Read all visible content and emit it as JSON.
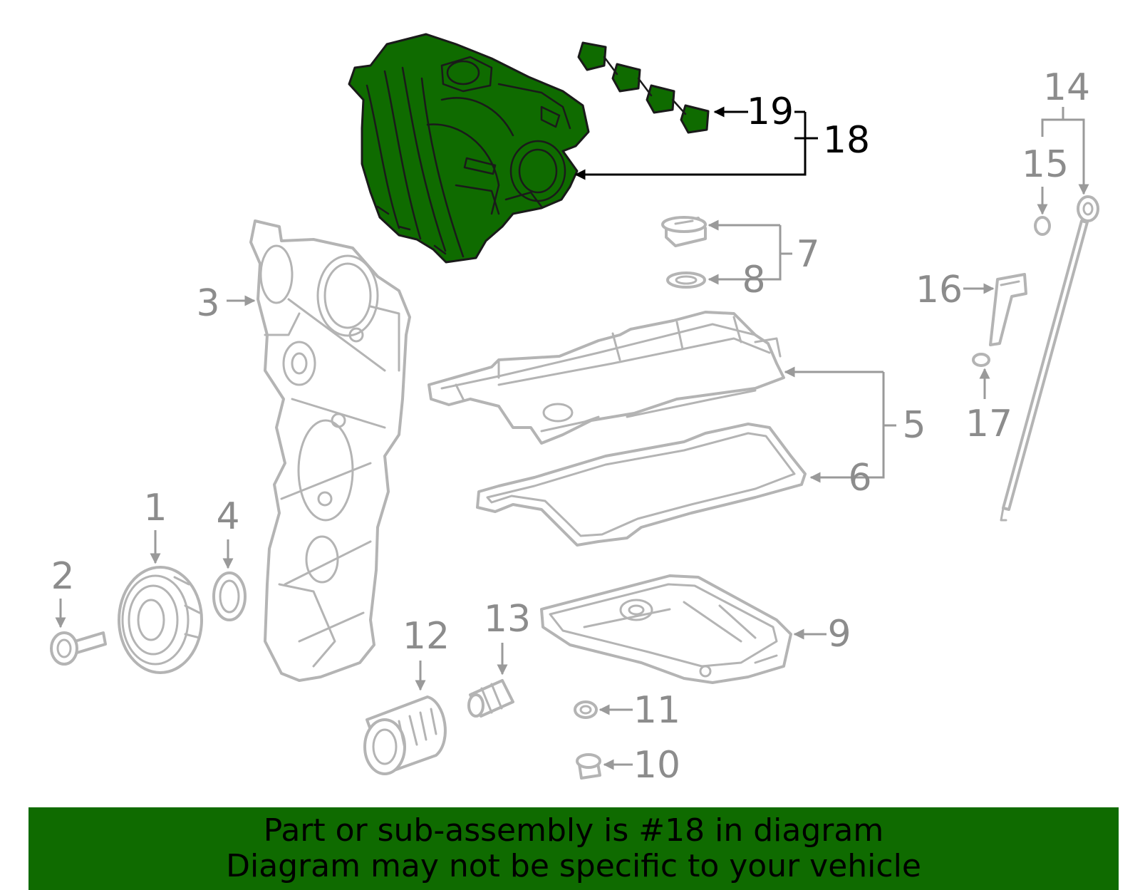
{
  "diagram": {
    "callouts": [
      {
        "id": "1",
        "text": "1"
      },
      {
        "id": "2",
        "text": "2"
      },
      {
        "id": "3",
        "text": "3"
      },
      {
        "id": "4",
        "text": "4"
      },
      {
        "id": "5",
        "text": "5"
      },
      {
        "id": "6",
        "text": "6"
      },
      {
        "id": "7",
        "text": "7"
      },
      {
        "id": "8",
        "text": "8"
      },
      {
        "id": "9",
        "text": "9"
      },
      {
        "id": "10",
        "text": "10"
      },
      {
        "id": "11",
        "text": "11"
      },
      {
        "id": "12",
        "text": "12"
      },
      {
        "id": "13",
        "text": "13"
      },
      {
        "id": "14",
        "text": "14"
      },
      {
        "id": "15",
        "text": "15"
      },
      {
        "id": "16",
        "text": "16"
      },
      {
        "id": "17",
        "text": "17"
      },
      {
        "id": "18",
        "text": "18"
      },
      {
        "id": "19",
        "text": "19"
      }
    ],
    "highlighted_part": "18",
    "colors": {
      "highlight_fill": "#0f6b00",
      "line_art": "#b4b4b4",
      "label": "#8c8c8c",
      "banner": "#0f6b00"
    }
  },
  "banner": {
    "line1": "Part or sub-assembly is #18 in diagram",
    "line2": "Diagram may not be specific to your vehicle"
  }
}
